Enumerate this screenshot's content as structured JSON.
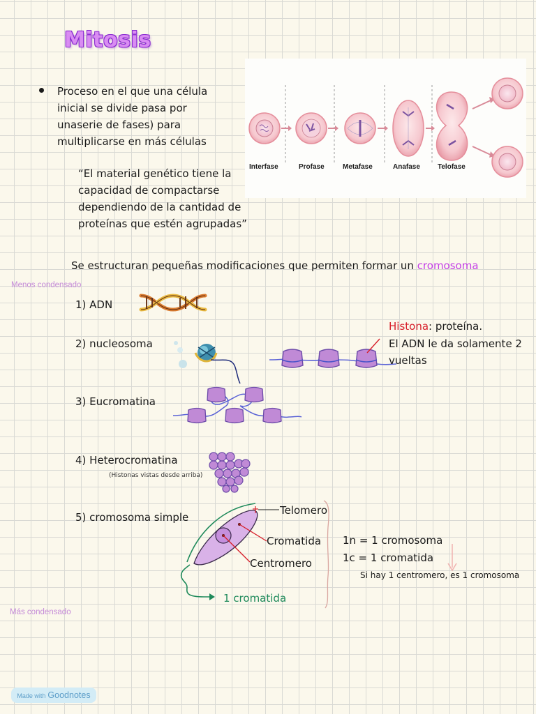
{
  "title": "Mitosis",
  "bullet": {
    "lines": [
      "Proceso en el que una célula",
      "inicial se divide pasa por",
      "unaserie de fases) para",
      "multiplicarse en más células"
    ]
  },
  "quote": {
    "lines": [
      "“El material genético tiene la",
      "capacidad de compactarse",
      "dependiendo de la cantidad de",
      "proteínas que estén agrupadas”"
    ]
  },
  "phases": [
    "Interfase",
    "Profase",
    "Metafase",
    "Anafase",
    "Telofase"
  ],
  "intro": {
    "text": "Se estructuran pequeñas modificaciones que permiten formar un ",
    "highlight": "cromosoma"
  },
  "side_notes": {
    "less": "Menos condensado",
    "more": "Más condensado"
  },
  "steps": {
    "s1": "1) ADN",
    "s2": "2) nucleosoma",
    "s3": "3) Eucromatina",
    "s4": "4) Heterocromatina",
    "s4_note": "(Histonas vistas desde arriba)",
    "s5": "5) cromosoma simple"
  },
  "histona": {
    "term": "Histona",
    "def": ": proteína.",
    "line2": "El ADN le da solamente 2",
    "line3": "vueltas"
  },
  "chromosome_labels": {
    "telomero": "Telomero",
    "cromatida": "Cromatida",
    "centromero": "Centromero",
    "one_cromatida": "1 cromatida"
  },
  "equations": {
    "n": "1n = 1 cromosoma",
    "c": "1c = 1 cromatida",
    "rule": "Si hay 1 centromero, es 1 cromosoma"
  },
  "footer": {
    "made_with": "Made with",
    "brand": "Goodnotes"
  },
  "colors": {
    "title": "#d98cf2",
    "highlight": "#c33ee6",
    "histona": "#d71f2a",
    "green_ink": "#1f8a5b",
    "nucleosome": "#c08ad6",
    "dna": "#5b63d6"
  }
}
